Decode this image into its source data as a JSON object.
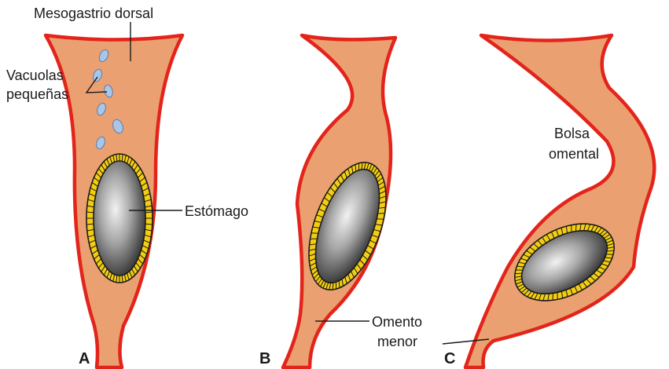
{
  "labels": {
    "dorsal_mesogastrium": "Mesogastrio dorsal",
    "small_vacuoles_line1": "Vacuolas",
    "small_vacuoles_line2": "pequeñas",
    "stomach": "Estómago",
    "omental_bursa_line1": "Bolsa",
    "omental_bursa_line2": "omental",
    "lesser_omentum_line1": "Omento",
    "lesser_omentum_line2": "menor"
  },
  "panels": [
    {
      "id": "panel-a",
      "letter": "A"
    },
    {
      "id": "panel-b",
      "letter": "B"
    },
    {
      "id": "panel-c",
      "letter": "C"
    }
  ],
  "colors": {
    "mesentery_fill": "#EBA072",
    "mesentery_outline": "#E3241B",
    "mucosa_fill": "#F2CD12",
    "lumen_highlight": "#F2F2F2",
    "lumen_shadow": "#2A2A2A",
    "vacuole_fill": "#A9C6E8"
  }
}
